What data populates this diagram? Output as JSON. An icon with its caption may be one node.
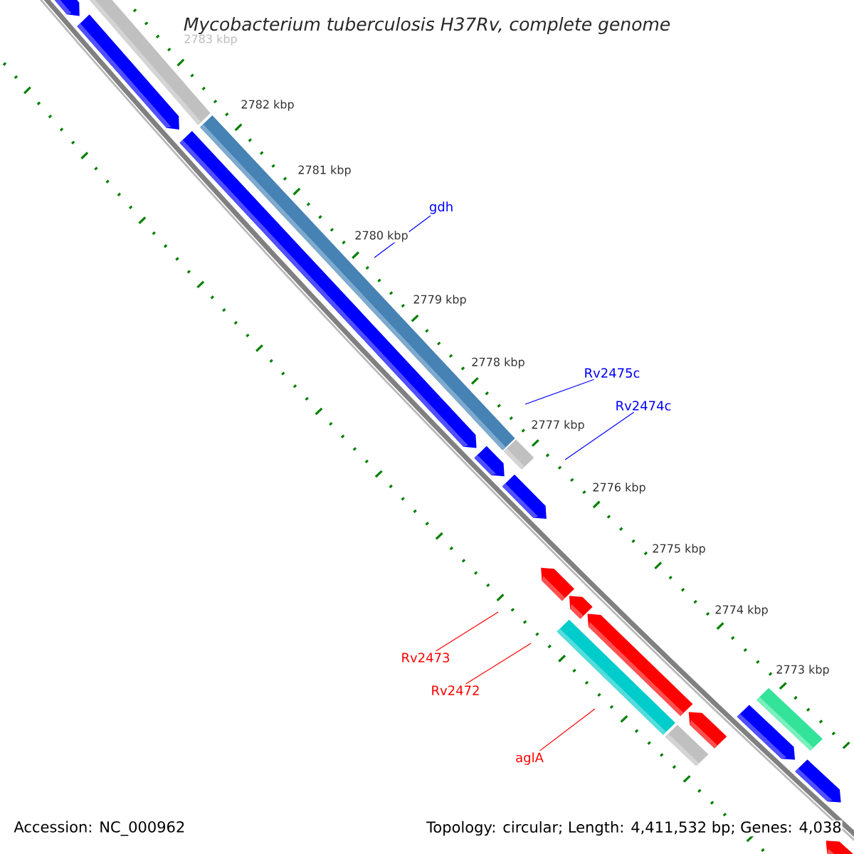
{
  "diagram": {
    "title": "Mycobacterium tuberculosis H37Rv, complete genome",
    "nodes": [
      {
        "text": [
          "gdh"
        ]
      },
      {
        "text": [
          "Rv2475c"
        ]
      },
      {
        "text": [
          "Rv2474c"
        ]
      },
      {
        "text": [
          "Rv2473"
        ]
      },
      {
        "text": [
          "Rv2472"
        ]
      },
      {
        "text": [
          "aglA"
        ]
      }
    ],
    "edges": [
      {
        "from": 0,
        "to": null,
        "arrow": "none",
        "color": "#0000ff"
      },
      {
        "from": 1,
        "to": null,
        "arrow": "none",
        "color": "#0000ff"
      },
      {
        "from": 2,
        "to": null,
        "arrow": "none",
        "color": "#0000ff"
      },
      {
        "from": 3,
        "to": null,
        "arrow": "none",
        "color": "#ff0000"
      },
      {
        "from": 4,
        "to": null,
        "arrow": "none",
        "color": "#ff0000"
      },
      {
        "from": 5,
        "to": null,
        "arrow": "none",
        "color": "#ff0000"
      }
    ],
    "labels": [
      "2783 kbp",
      "2782 kbp",
      "2781 kbp",
      "2780 kbp",
      "2779 kbp",
      "2778 kbp",
      "2777 kbp",
      "2776 kbp",
      "2775 kbp",
      "2774 kbp",
      "2773 kbp",
      "Accession: NC_000962",
      "Topology: circular; Length: 4,411,532 bp; Genes: 4,038"
    ]
  }
}
